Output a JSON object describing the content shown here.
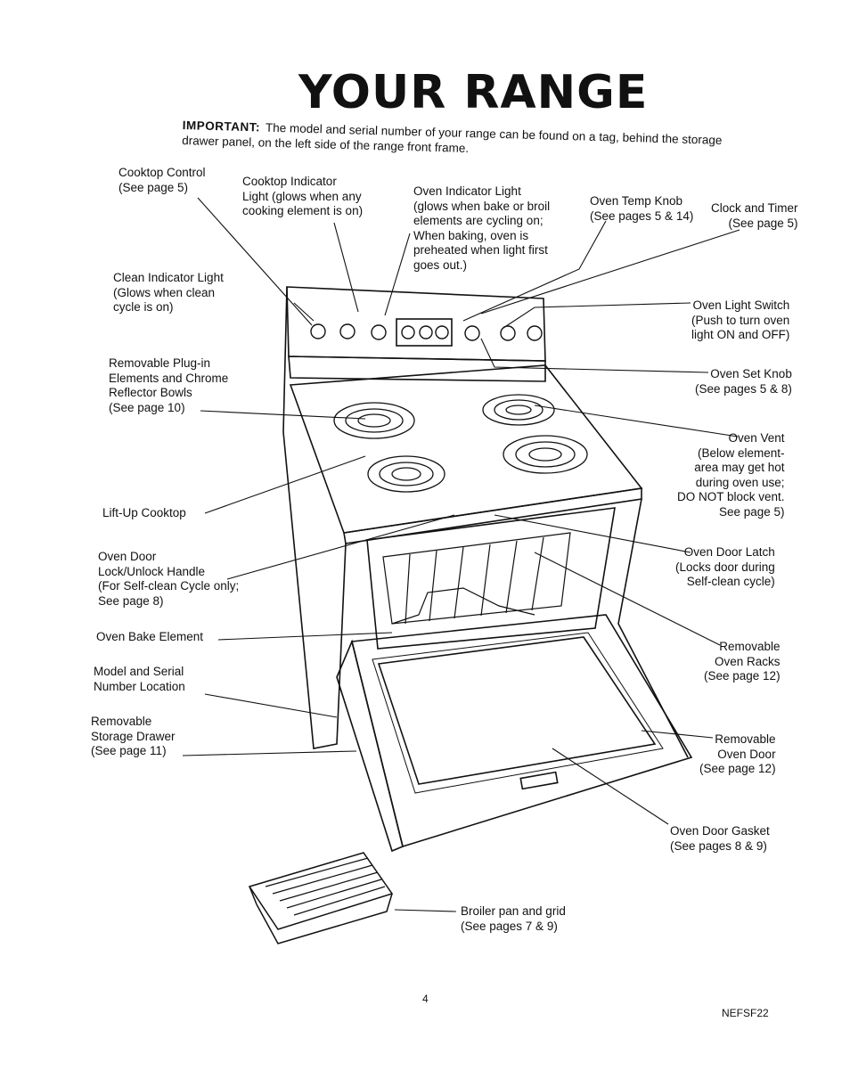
{
  "page": {
    "title": "YOUR RANGE",
    "important_label": "IMPORTANT:",
    "important_text": "The model and serial number of your range can be found on a tag, behind the storage drawer panel, on the left side of the range front frame.",
    "page_number": "4",
    "doc_code": "NEFSF22"
  },
  "labels": {
    "cooktop_control": "Cooktop Control\n(See page 5)",
    "cooktop_indicator": "Cooktop Indicator\nLight (glows when any\ncooking element is on)",
    "oven_indicator": "Oven Indicator Light\n(glows when bake or broil\nelements are cycling on;\nWhen baking, oven is\npreheated when light first\ngoes out.)",
    "oven_temp_knob": "Oven Temp Knob\n(See pages 5 & 14)",
    "clock_timer": "Clock and Timer\n(See page 5)",
    "clean_indicator": "Clean Indicator Light\n(Glows when clean\ncycle is on)",
    "oven_light_switch": "Oven Light Switch\n(Push to turn oven\nlight ON and OFF)",
    "removable_elements": "Removable Plug-in\nElements and Chrome\nReflector Bowls\n(See page 10)",
    "oven_set_knob": "Oven Set Knob\n(See pages 5 & 8)",
    "oven_vent": "Oven Vent\n(Below element-\narea may get hot\nduring oven use;\nDO NOT block vent.\nSee page 5)",
    "lift_up_cooktop": "Lift-Up Cooktop",
    "oven_door_lock": "Oven Door\nLock/Unlock Handle\n(For Self-clean Cycle only;\nSee page 8)",
    "oven_door_latch": "Oven Door Latch\n(Locks door during\nSelf-clean cycle)",
    "oven_bake_element": "Oven Bake Element",
    "removable_racks": "Removable\nOven Racks\n(See page 12)",
    "model_serial": "Model and Serial\nNumber Location",
    "storage_drawer": "Removable\nStorage Drawer\n(See page 11)",
    "removable_door": "Removable\nOven Door\n(See page 12)",
    "door_gasket": "Oven Door Gasket\n(See pages 8 & 9)",
    "broiler_pan": "Broiler pan and grid\n(See pages 7 & 9)"
  },
  "icons": {
    "range": "range-illustration-icon",
    "broiler": "broiler-pan-icon"
  }
}
